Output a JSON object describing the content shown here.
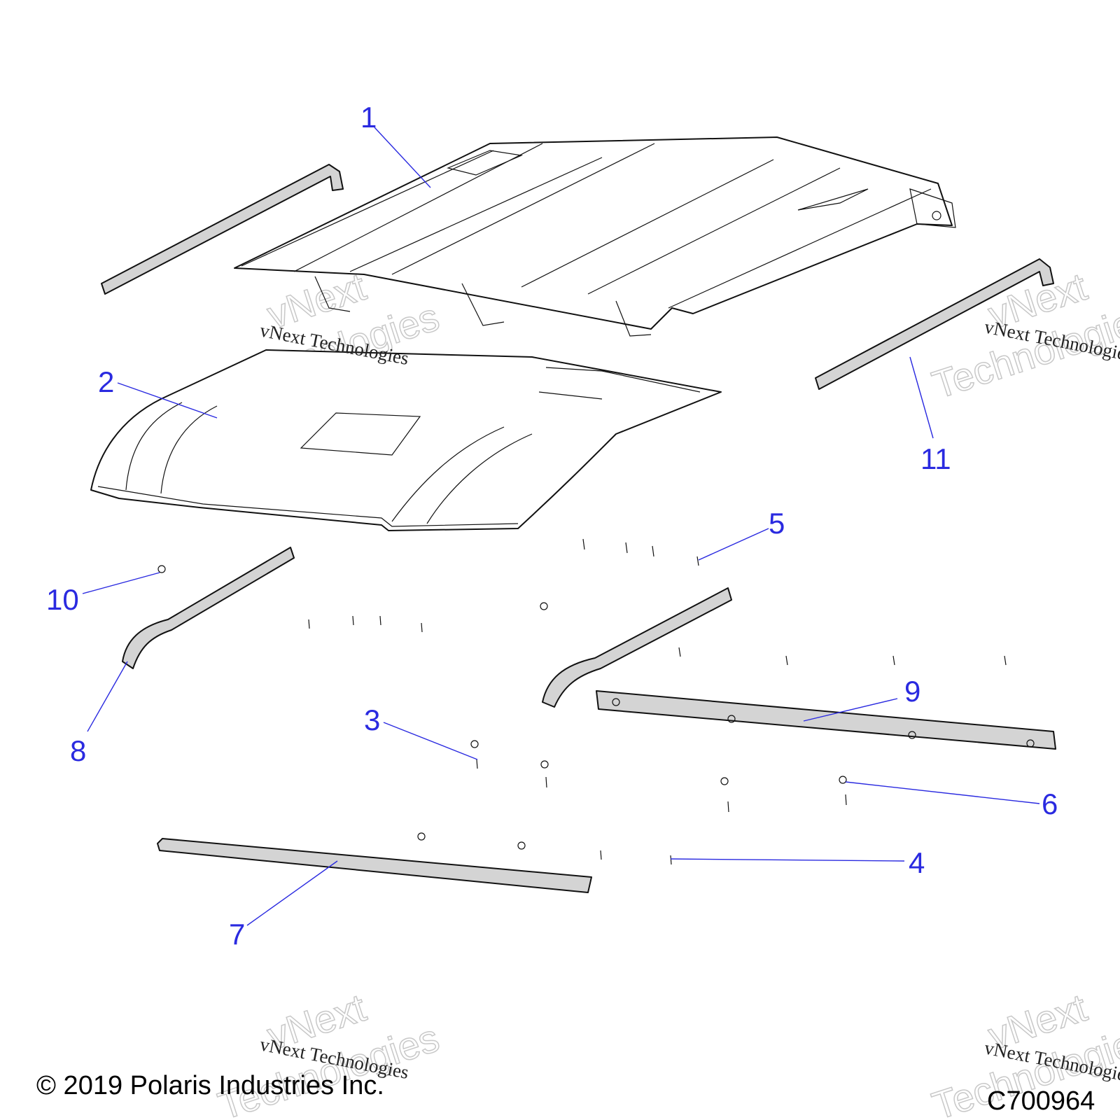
{
  "callouts": [
    {
      "id": "1",
      "label": "1"
    },
    {
      "id": "2",
      "label": "2"
    },
    {
      "id": "3",
      "label": "3"
    },
    {
      "id": "4",
      "label": "4"
    },
    {
      "id": "5",
      "label": "5"
    },
    {
      "id": "6",
      "label": "6"
    },
    {
      "id": "7",
      "label": "7"
    },
    {
      "id": "8",
      "label": "8"
    },
    {
      "id": "9",
      "label": "9"
    },
    {
      "id": "10",
      "label": "10"
    },
    {
      "id": "11",
      "label": "11"
    }
  ],
  "watermark": {
    "big_line1": "vNext",
    "big_line2": "Technologies",
    "small": "vNext Technologies"
  },
  "footer": {
    "copyright": "© 2019 Polaris Industries Inc.",
    "code": "C700964"
  },
  "colors": {
    "callout": "#2a2ae0",
    "line": "#111111",
    "shade": "#d4d4d4"
  }
}
